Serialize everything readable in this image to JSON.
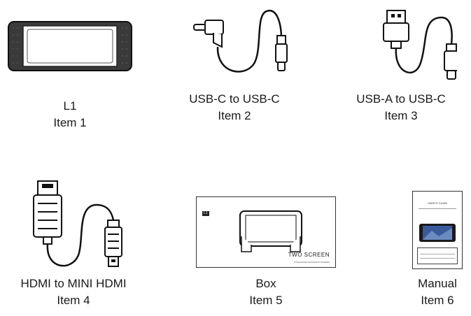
{
  "items": [
    {
      "title": "L1",
      "number": "Item 1"
    },
    {
      "title": "USB-C to USB-C",
      "number": "Item 2"
    },
    {
      "title": "USB-A to USB-C",
      "number": "Item 3"
    },
    {
      "title": "HDMI to MINI HDMI",
      "number": "Item 4"
    },
    {
      "title": "Box",
      "number": "Item 5"
    },
    {
      "title": "Manual",
      "number": "Item 6"
    }
  ],
  "box": {
    "badge": "L1",
    "brand": "TWO SCREEN",
    "tagline": "INTEGRATED EXPANSION SCREEN"
  },
  "manual": {
    "header": "USER'S GUIDE"
  }
}
